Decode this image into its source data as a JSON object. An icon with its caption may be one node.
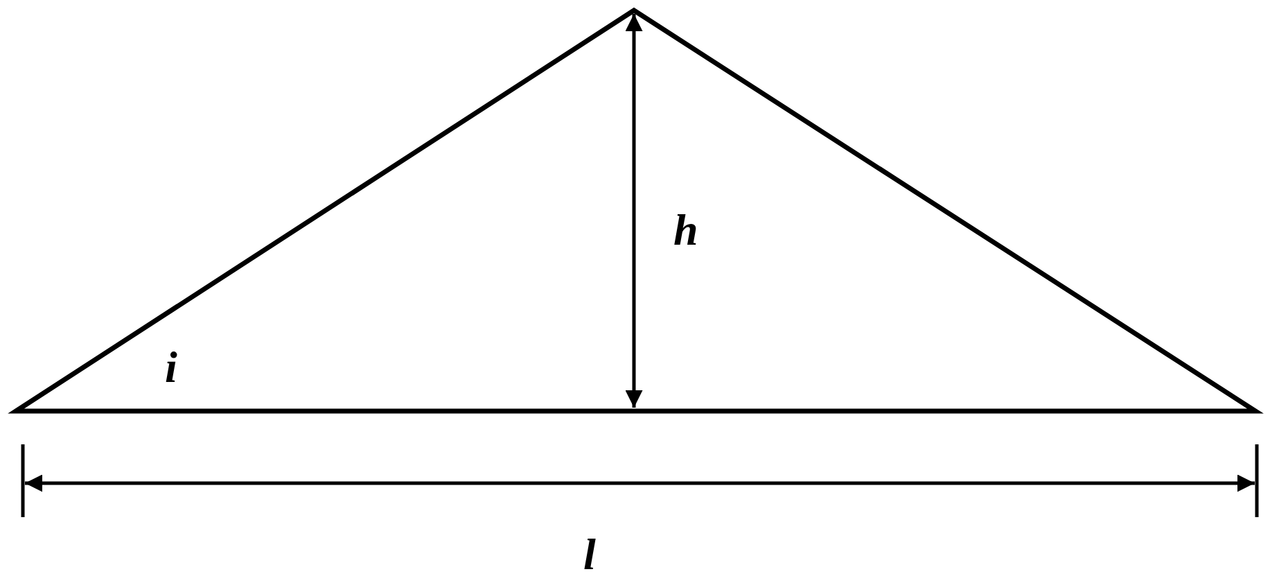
{
  "diagram": {
    "labels": [
      "h",
      "i",
      "l"
    ]
  }
}
